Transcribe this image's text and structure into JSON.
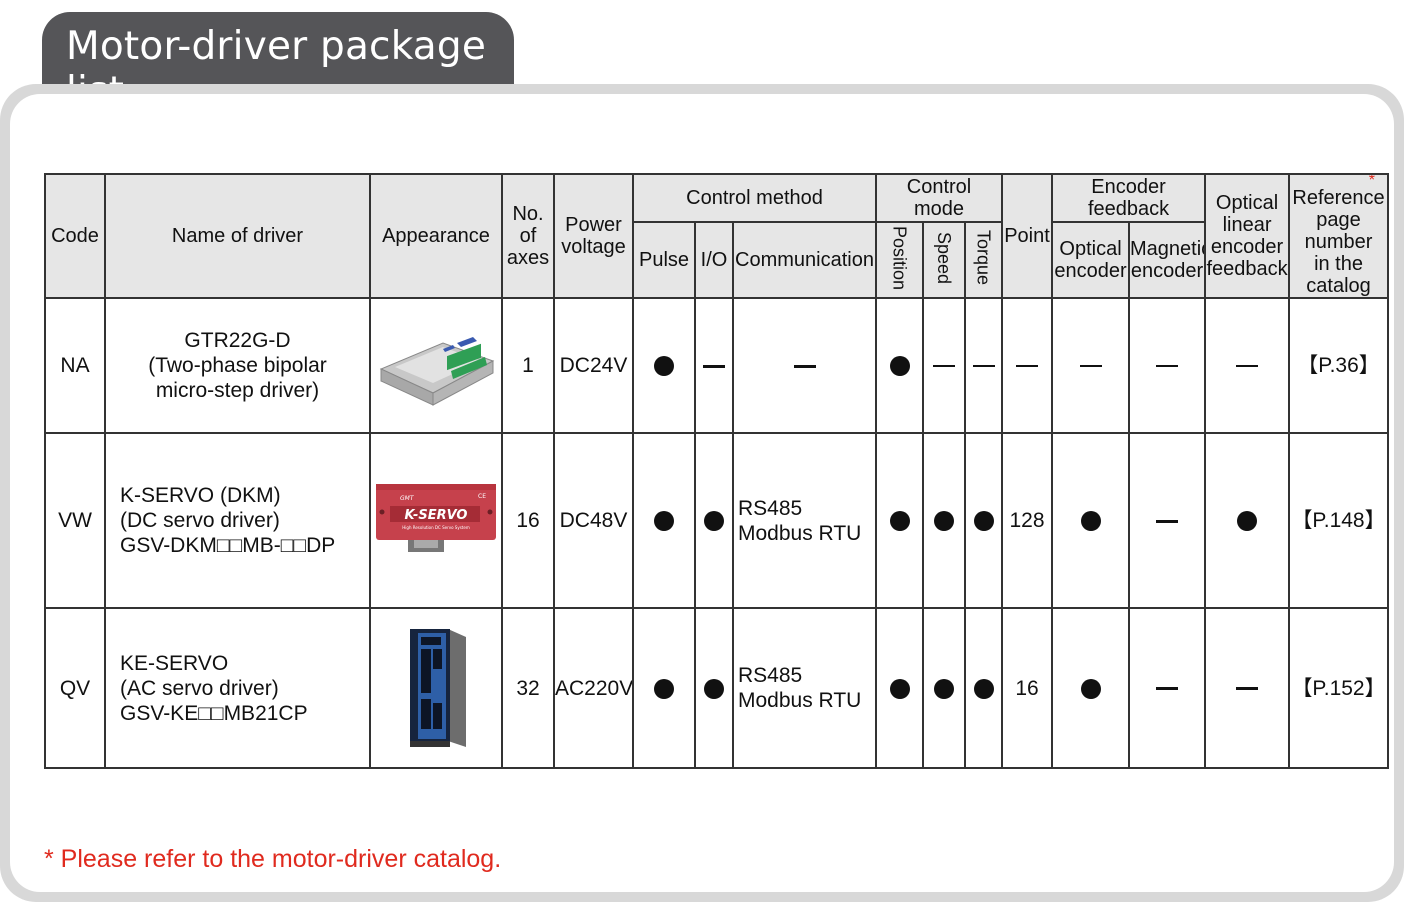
{
  "title": "Motor-driver package list",
  "headers": {
    "code": "Code",
    "name": "Name of driver",
    "appearance": "Appearance",
    "axes": [
      "No.",
      "of",
      "axes"
    ],
    "power": [
      "Power",
      "voltage"
    ],
    "control_method": "Control method",
    "pulse": "Pulse",
    "io": "I/O",
    "communication": "Communication",
    "control_mode": [
      "Control",
      "mode"
    ],
    "position": "Position",
    "speed": "Speed",
    "torque": "Torque",
    "point": "Point",
    "encoder_feedback": [
      "Encoder",
      "feedback"
    ],
    "optical_encoder": [
      "Optical",
      "encoder"
    ],
    "magnetic_encoder": [
      "Magnetic",
      "encoder"
    ],
    "optical_linear": [
      "Optical",
      "linear",
      "encoder",
      "feedback"
    ],
    "reference_star": "*",
    "reference": [
      "Reference",
      "page number",
      "in the catalog"
    ]
  },
  "rows": [
    {
      "code": "NA",
      "name": [
        "GTR22G-D",
        "(Two-phase bipolar",
        "micro-step driver)"
      ],
      "appearance": "gray-stepper-driver",
      "axes": "1",
      "power": "DC24V",
      "pulse": "dot",
      "io": "dash",
      "communication": "dash",
      "position": "dot",
      "speed": "dash",
      "torque": "dash",
      "point": "dash",
      "optical_encoder": "dash",
      "magnetic_encoder": "dash",
      "optical_linear": "dash",
      "reference": "【P.36】"
    },
    {
      "code": "VW",
      "name": [
        "K-SERVO (DKM)",
        "(DC servo driver)",
        "GSV-DKM□□MB-□□DP"
      ],
      "appearance": "red-k-servo-driver",
      "appearance_label": "K-SERVO",
      "appearance_sub": "High Resolution DC Servo System",
      "appearance_brand": "GMT",
      "appearance_ce": "CE",
      "axes": "16",
      "power": "DC48V",
      "pulse": "dot",
      "io": "dot",
      "communication": [
        "RS485",
        "Modbus RTU"
      ],
      "position": "dot",
      "speed": "dot",
      "torque": "dot",
      "point": "128",
      "optical_encoder": "dot",
      "magnetic_encoder": "dash",
      "optical_linear": "dot",
      "reference": "【P.148】"
    },
    {
      "code": "QV",
      "name": [
        "KE-SERVO",
        "(AC servo driver)",
        "GSV-KE□□MB21CP"
      ],
      "appearance": "blue-ac-servo-driver",
      "axes": "32",
      "power": "AC220V",
      "pulse": "dot",
      "io": "dot",
      "communication": [
        "RS485",
        "Modbus RTU"
      ],
      "position": "dot",
      "speed": "dot",
      "torque": "dot",
      "point": "16",
      "optical_encoder": "dot",
      "magnetic_encoder": "dash",
      "optical_linear": "dash",
      "reference": "【P.152】"
    }
  ],
  "footnote": "* Please refer to the motor-driver catalog."
}
